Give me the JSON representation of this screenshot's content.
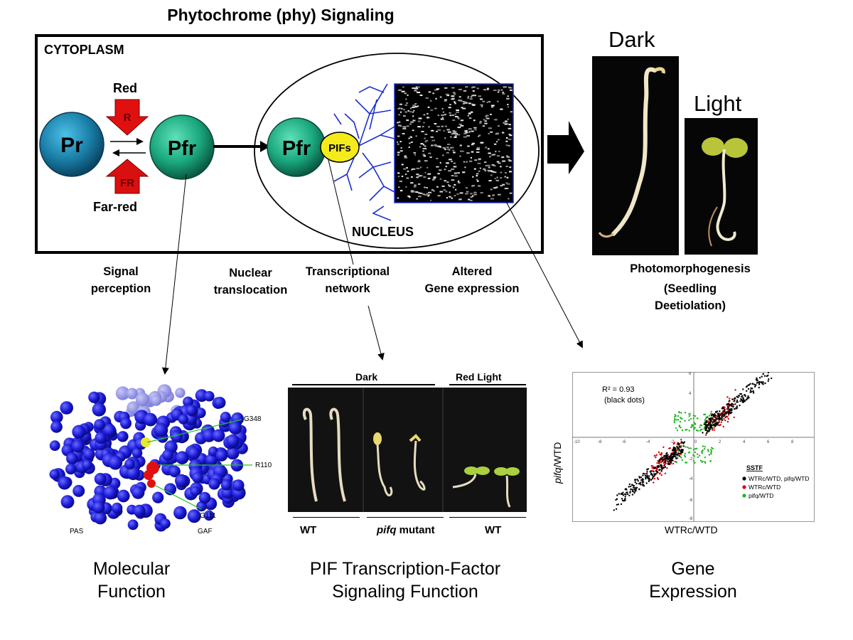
{
  "title": "Phytochrome (phy) Signaling",
  "cytoplasm": {
    "label": "CYTOPLASM",
    "pr_label": "Pr",
    "pfr_label": "Pfr",
    "red_label": "Red",
    "far_red_label": "Far-red",
    "r_arrow_label": "R",
    "fr_arrow_label": "FR"
  },
  "nucleus": {
    "label": "NUCLEUS",
    "pfr_label": "Pfr",
    "pifs_label": "PIFs"
  },
  "seedlings": {
    "dark_label": "Dark",
    "light_label": "Light",
    "caption_line1": "Photomorphogenesis",
    "caption_line2": "(Seedling",
    "caption_line3": "Deetiolation)"
  },
  "stages": {
    "perception_1": "Signal",
    "perception_2": "perception",
    "translocation_1": "Nuclear",
    "translocation_2": "translocation",
    "network_1": "Transcriptional",
    "network_2": "network",
    "expression_1": "Altered",
    "expression_2": "Gene expression"
  },
  "protein_panel": {
    "labels": [
      "G348",
      "R110",
      "G111"
    ],
    "pas_label": "PAS",
    "gaf_label": "GAF",
    "caption_line1": "Molecular",
    "caption_line2": "Function"
  },
  "pif_panel": {
    "dark_label": "Dark",
    "red_light_label": "Red Light",
    "wt_left": "WT",
    "mutant_italic": "pifq",
    "mutant_rest": " mutant",
    "wt_right": "WT",
    "caption_line1": "PIF Transcription-Factor",
    "caption_line2": "Signaling Function"
  },
  "scatter_panel": {
    "r2_line1": "R² = 0.93",
    "r2_line2": "(black dots)",
    "ylabel_italic": "pifq",
    "ylabel_rest": "/WTD",
    "xlabel": "WTRc/WTD",
    "legend_title": "SSTF",
    "legend_items": [
      {
        "text": "WTRc/WTD, pifq/WTD",
        "color": "#000000"
      },
      {
        "text": "WTRc/WTD",
        "color": "#d40000"
      },
      {
        "text": "pifq/WTD",
        "color": "#22b222"
      }
    ],
    "x_ticks": [
      "-10",
      "-8",
      "-6",
      "-4",
      "-2",
      "0",
      "2",
      "4",
      "6",
      "8"
    ],
    "y_ticks": [
      "6",
      "4",
      "2",
      "-2",
      "-4",
      "-6",
      "-8"
    ],
    "caption_line1": "Gene",
    "caption_line2": "Expression"
  },
  "colors": {
    "pr_fill": "#1a7fa8",
    "pfr_fill": "#1aa87e",
    "pifs_fill": "#f5eb1a",
    "red_arrow": "#e01010",
    "network_blue": "#1a2fd0",
    "protein_blue": "#1a1ad8"
  }
}
